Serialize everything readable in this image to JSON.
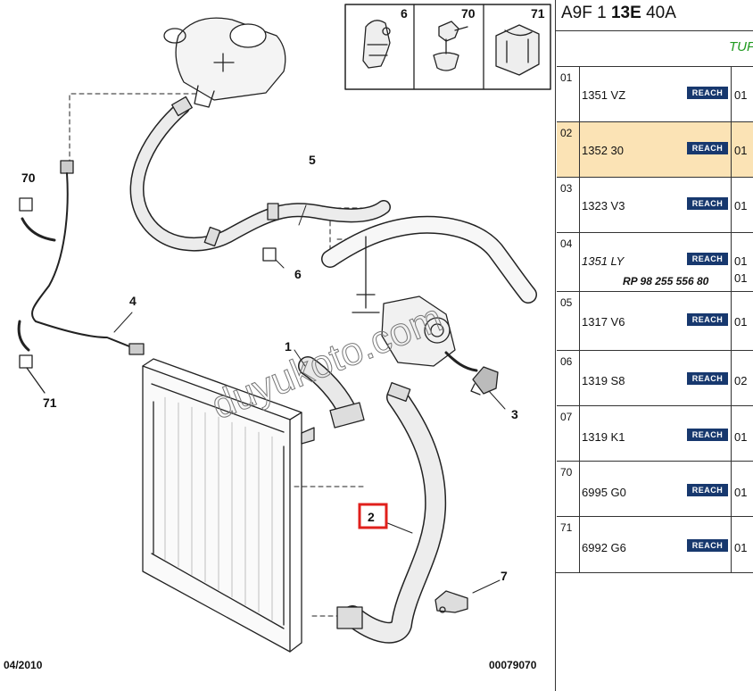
{
  "diagram": {
    "callouts": {
      "c1": "1",
      "c2": "2",
      "c3": "3",
      "c4": "4",
      "c5": "5",
      "c6a": "6",
      "c7": "7",
      "c70": "70",
      "c71": "71"
    },
    "inset_labels": {
      "i6": "6",
      "i70": "70",
      "i71": "71"
    },
    "watermark": "duyukoto.com",
    "footer_date": "04/2010",
    "footer_ref": "00079070",
    "highlight_color": "#e0201c"
  },
  "panel": {
    "title_prefix": "A9F 1 ",
    "title_bold": "13E",
    "title_suffix": " 40A",
    "green_text": "TUF",
    "rows": [
      {
        "num": "01",
        "ref": "1351 VZ",
        "badge": "REACH",
        "qty": "01"
      },
      {
        "num": "02",
        "ref": "1352 30",
        "badge": "REACH",
        "qty": "01"
      },
      {
        "num": "03",
        "ref": "1323 V3",
        "badge": "REACH",
        "qty": "01"
      },
      {
        "num": "04",
        "ref": "1351 LY",
        "badge": "REACH",
        "qty": "01",
        "extra": "RP 98 255 556 80",
        "extra_qty": "01"
      },
      {
        "num": "05",
        "ref": "1317 V6",
        "badge": "REACH",
        "qty": "01"
      },
      {
        "num": "06",
        "ref": "1319 S8",
        "badge": "REACH",
        "qty": "02"
      },
      {
        "num": "07",
        "ref": "1319 K1",
        "badge": "REACH",
        "qty": "01"
      },
      {
        "num": "70",
        "ref": "6995 G0",
        "badge": "REACH",
        "qty": "01"
      },
      {
        "num": "71",
        "ref": "6992 G6",
        "badge": "REACH",
        "qty": "01"
      }
    ]
  },
  "colors": {
    "selected_row": "#fbe3b5",
    "reach_badge": "#17386e",
    "green_text": "#1f9a1f"
  }
}
